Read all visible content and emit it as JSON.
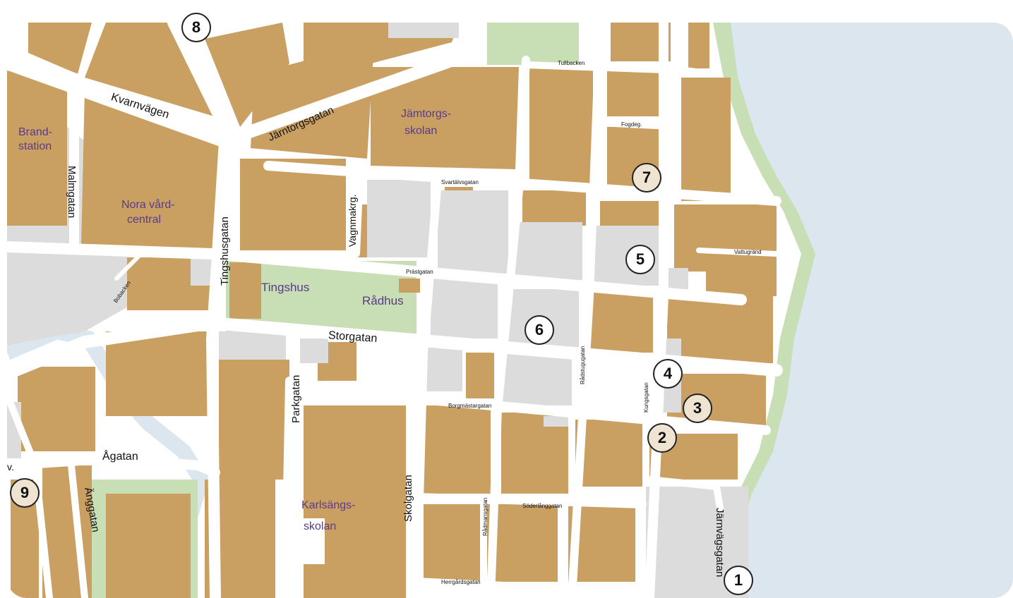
{
  "colors": {
    "water": "#dbe6ee",
    "block": "#c9a062",
    "road": "#ffffff",
    "park": "#c8deb4",
    "public": "#dcdcdc",
    "marker_light": "#ffffff",
    "marker_beige": "#efe4d2"
  },
  "streets": {
    "kvarnvagen": "Kvarnvägen",
    "jarntorgsgatan": "Järntorgsgatan",
    "malmgatan": "Malmgatan",
    "tingshusgatan": "Tingshusgatan",
    "vagnmakrg": "Vagnmakrg.",
    "svartalvsgatan": "Svartälvsgatan",
    "tullbacken": "Tullbacken",
    "fogdeg": "Fogdeg.",
    "prastgatan": "Prästgatan",
    "vattugrand": "Vattugränd",
    "storgatan": "Storgatan",
    "radstugugatan": "Rådstugugatan",
    "parkgatan": "Parkgatan",
    "borgmastargatan": "Borgmästargatan",
    "kungsgatan": "Kungsgatan",
    "agatan": "Ågatan",
    "anggatan": "Änggatan",
    "skolgatan": "Skolgatan",
    "radmansgatan": "Rådmansgatan",
    "soderlanggatan": "Söderlånggatan",
    "herrgardsgatan": "Herrgårdsgatan",
    "jarnvagsgatan": "Järnvägsgatan",
    "bobacken": "Bobacken",
    "partial_v": "v."
  },
  "places": {
    "brandstation_1": "Brand-",
    "brandstation_2": "station",
    "jamtorgsskolan_1": "Jämtorgs-",
    "jamtorgsskolan_2": "skolan",
    "nora_1": "Nora vård-",
    "nora_2": "central",
    "tingshus": "Tingshus",
    "radhus": "Rådhus",
    "karlsangs_1": "Karlsängs-",
    "karlsangs_2": "skolan"
  },
  "markers": [
    {
      "label": "1",
      "style": "light"
    },
    {
      "label": "2",
      "style": "beige"
    },
    {
      "label": "3",
      "style": "beige"
    },
    {
      "label": "4",
      "style": "light"
    },
    {
      "label": "5",
      "style": "light"
    },
    {
      "label": "6",
      "style": "light"
    },
    {
      "label": "7",
      "style": "beige"
    },
    {
      "label": "8",
      "style": "light"
    },
    {
      "label": "9",
      "style": "beige"
    }
  ]
}
